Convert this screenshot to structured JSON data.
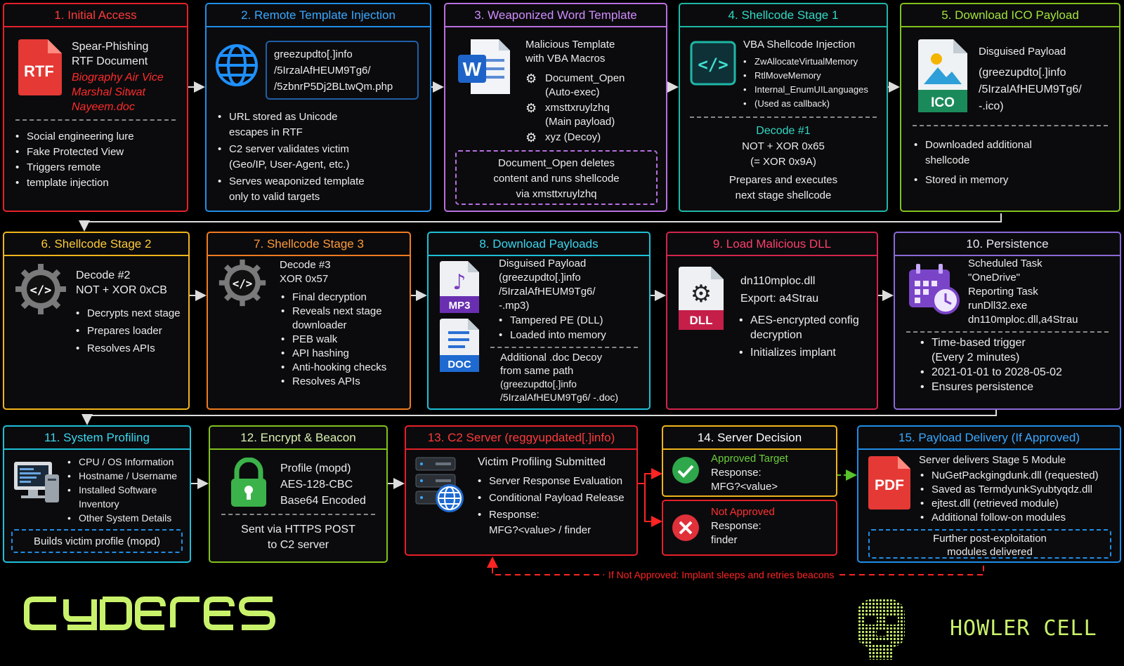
{
  "colors": {
    "red": "#e5202a",
    "blue": "#1f8de6",
    "purple": "#b86fe0",
    "teal": "#1fb7a6",
    "green": "#82c11d",
    "amber": "#f0b41c",
    "orange": "#f07a21",
    "cyan": "#1ebfd7",
    "crimson": "#d1244c",
    "violet": "#8a6ad6",
    "lime": "#c9f26b"
  },
  "b1": {
    "title": "1. Initial Access",
    "doc": [
      "Spear-Phishing",
      "RTF Document"
    ],
    "filename": [
      "Biography Air Vice",
      "Marshal Sitwat",
      "Nayeem.doc"
    ],
    "icon": "RTF",
    "bullets": [
      "Social engineering lure",
      "Fake Protected View",
      "Triggers remote",
      "template injection"
    ]
  },
  "b2": {
    "title": "2. Remote Template Injection",
    "url": [
      "greezupdto[.]info",
      "/5IrzalAfHEUM9Tg6/",
      "/5zbnrP5Dj2BLtwQm.php"
    ],
    "bullets": [
      "URL stored as Unicode",
      "escapes in RTF",
      "C2 server validates victim",
      "(Geo/IP, User-Agent, etc.)",
      "Serves weaponized template",
      "only to valid targets"
    ]
  },
  "b3": {
    "title": "3. Weaponized Word Template",
    "head": [
      "Malicious Template",
      "with VBA Macros"
    ],
    "items": [
      "Document_Open",
      "(Auto-exec)",
      "xmsttxruylzhq",
      "(Main payload)",
      "xyz (Decoy)"
    ],
    "note": [
      "Document_Open deletes",
      "content and runs shellcode",
      "via xmsttxruylzhq"
    ]
  },
  "b4": {
    "title": "4. Shellcode Stage 1",
    "head": "VBA Shellcode Injection",
    "bullets": [
      "ZwAllocateVirtualMemory",
      "RtlMoveMemory",
      "Internal_EnumUILanguages",
      "(Used as callback)"
    ],
    "decode": "Decode #1",
    "l1": "NOT + XOR 0x65",
    "l2": "(= XOR 0x9A)",
    "l3": [
      "Prepares and executes",
      "next stage shellcode"
    ]
  },
  "b5": {
    "title": "5. Download ICO Payload",
    "icon": "ICO",
    "head": "Disguised Payload",
    "path": [
      "(greezupdto[.]info",
      "/5IrzalAfHEUM9Tg6/",
      "-.ico)"
    ],
    "bullets": [
      "Downloaded additional",
      "shellcode",
      "Stored in memory"
    ]
  },
  "b6": {
    "title": "6. Shellcode Stage 2",
    "head": [
      "Decode #2",
      "NOT + XOR 0xCB"
    ],
    "bullets": [
      "Decrypts next stage",
      "Prepares loader",
      "Resolves APIs"
    ]
  },
  "b7": {
    "title": "7. Shellcode Stage 3",
    "head": [
      "Decode #3",
      "XOR 0x57"
    ],
    "bullets": [
      "Final decryption",
      "Reveals next stage",
      "downloader",
      "PEB walk",
      "API hashing",
      "Anti-hooking checks",
      "Resolves APIs"
    ]
  },
  "b8": {
    "title": "8. Download Payloads",
    "icons": [
      "MP3",
      "DOC"
    ],
    "head": [
      "Disguised Payload",
      "(greezupdto[.]info",
      "/5IrzalAfHEUM9Tg6/",
      "-.mp3)"
    ],
    "bullets": [
      "Tampered PE (DLL)",
      "Loaded into memory"
    ],
    "decoy": [
      "Additional .doc Decoy",
      "from same path",
      "(greezupdto[.]info",
      "/5IrzalAfHEUM9Tg6/ -.doc)"
    ]
  },
  "b9": {
    "title": "9. Load Malicious DLL",
    "icon": "DLL",
    "head": [
      "dn110mploc.dll",
      "Export: a4Strau"
    ],
    "bullets": [
      "AES-encrypted config",
      "decryption",
      "Initializes implant"
    ]
  },
  "b10": {
    "title": "10. Persistence",
    "head": [
      "Scheduled Task",
      "\"OneDrive\"",
      "Reporting Task",
      "runDll32.exe",
      "dn110mploc.dll,a4Strau"
    ],
    "bullets": [
      "Time-based trigger",
      "(Every 2 minutes)",
      "2021-01-01 to 2028-05-02",
      "Ensures persistence"
    ]
  },
  "b11": {
    "title": "11. System Profiling",
    "bullets": [
      "CPU / OS Information",
      "Hostname / Username",
      "Installed Software",
      "Inventory",
      "Other System Details"
    ],
    "note": "Builds victim profile (mopd)"
  },
  "b12": {
    "title": "12. Encrypt & Beacon",
    "head": [
      "Profile (mopd)",
      "AES-128-CBC",
      "Base64 Encoded"
    ],
    "note": [
      "Sent via HTTPS POST",
      "to C2 server"
    ]
  },
  "b13": {
    "title": "13. C2 Server (reggyupdated[.]info)",
    "head": "Victim Profiling Submitted",
    "bullets": [
      "Server Response Evaluation",
      "Conditional Payload Release",
      "Response:",
      "MFG?<value> / finder"
    ]
  },
  "b14": {
    "title": "14. Server Decision",
    "approved": "Approved Target",
    "a_resp": [
      "Response:",
      "MFG?<value>"
    ],
    "denied": "Not Approved",
    "d_resp": [
      "Response:",
      "finder"
    ]
  },
  "b15": {
    "title": "15. Payload Delivery (If Approved)",
    "icon": "PDF",
    "head": "Server delivers Stage 5 Module",
    "bullets": [
      "NuGetPackgingdunk.dll (requested)",
      "Saved as TermdyunkSyubtyqdz.dll",
      "ejtest.dll (retrieved module)",
      "Additional follow-on modules"
    ],
    "note": [
      "Further post-exploitation",
      "modules delivered"
    ]
  },
  "retry": "If Not Approved: Implant sleeps and retries beacons",
  "logo_left": "cyderes",
  "logo_right": "HOWLER CELL"
}
